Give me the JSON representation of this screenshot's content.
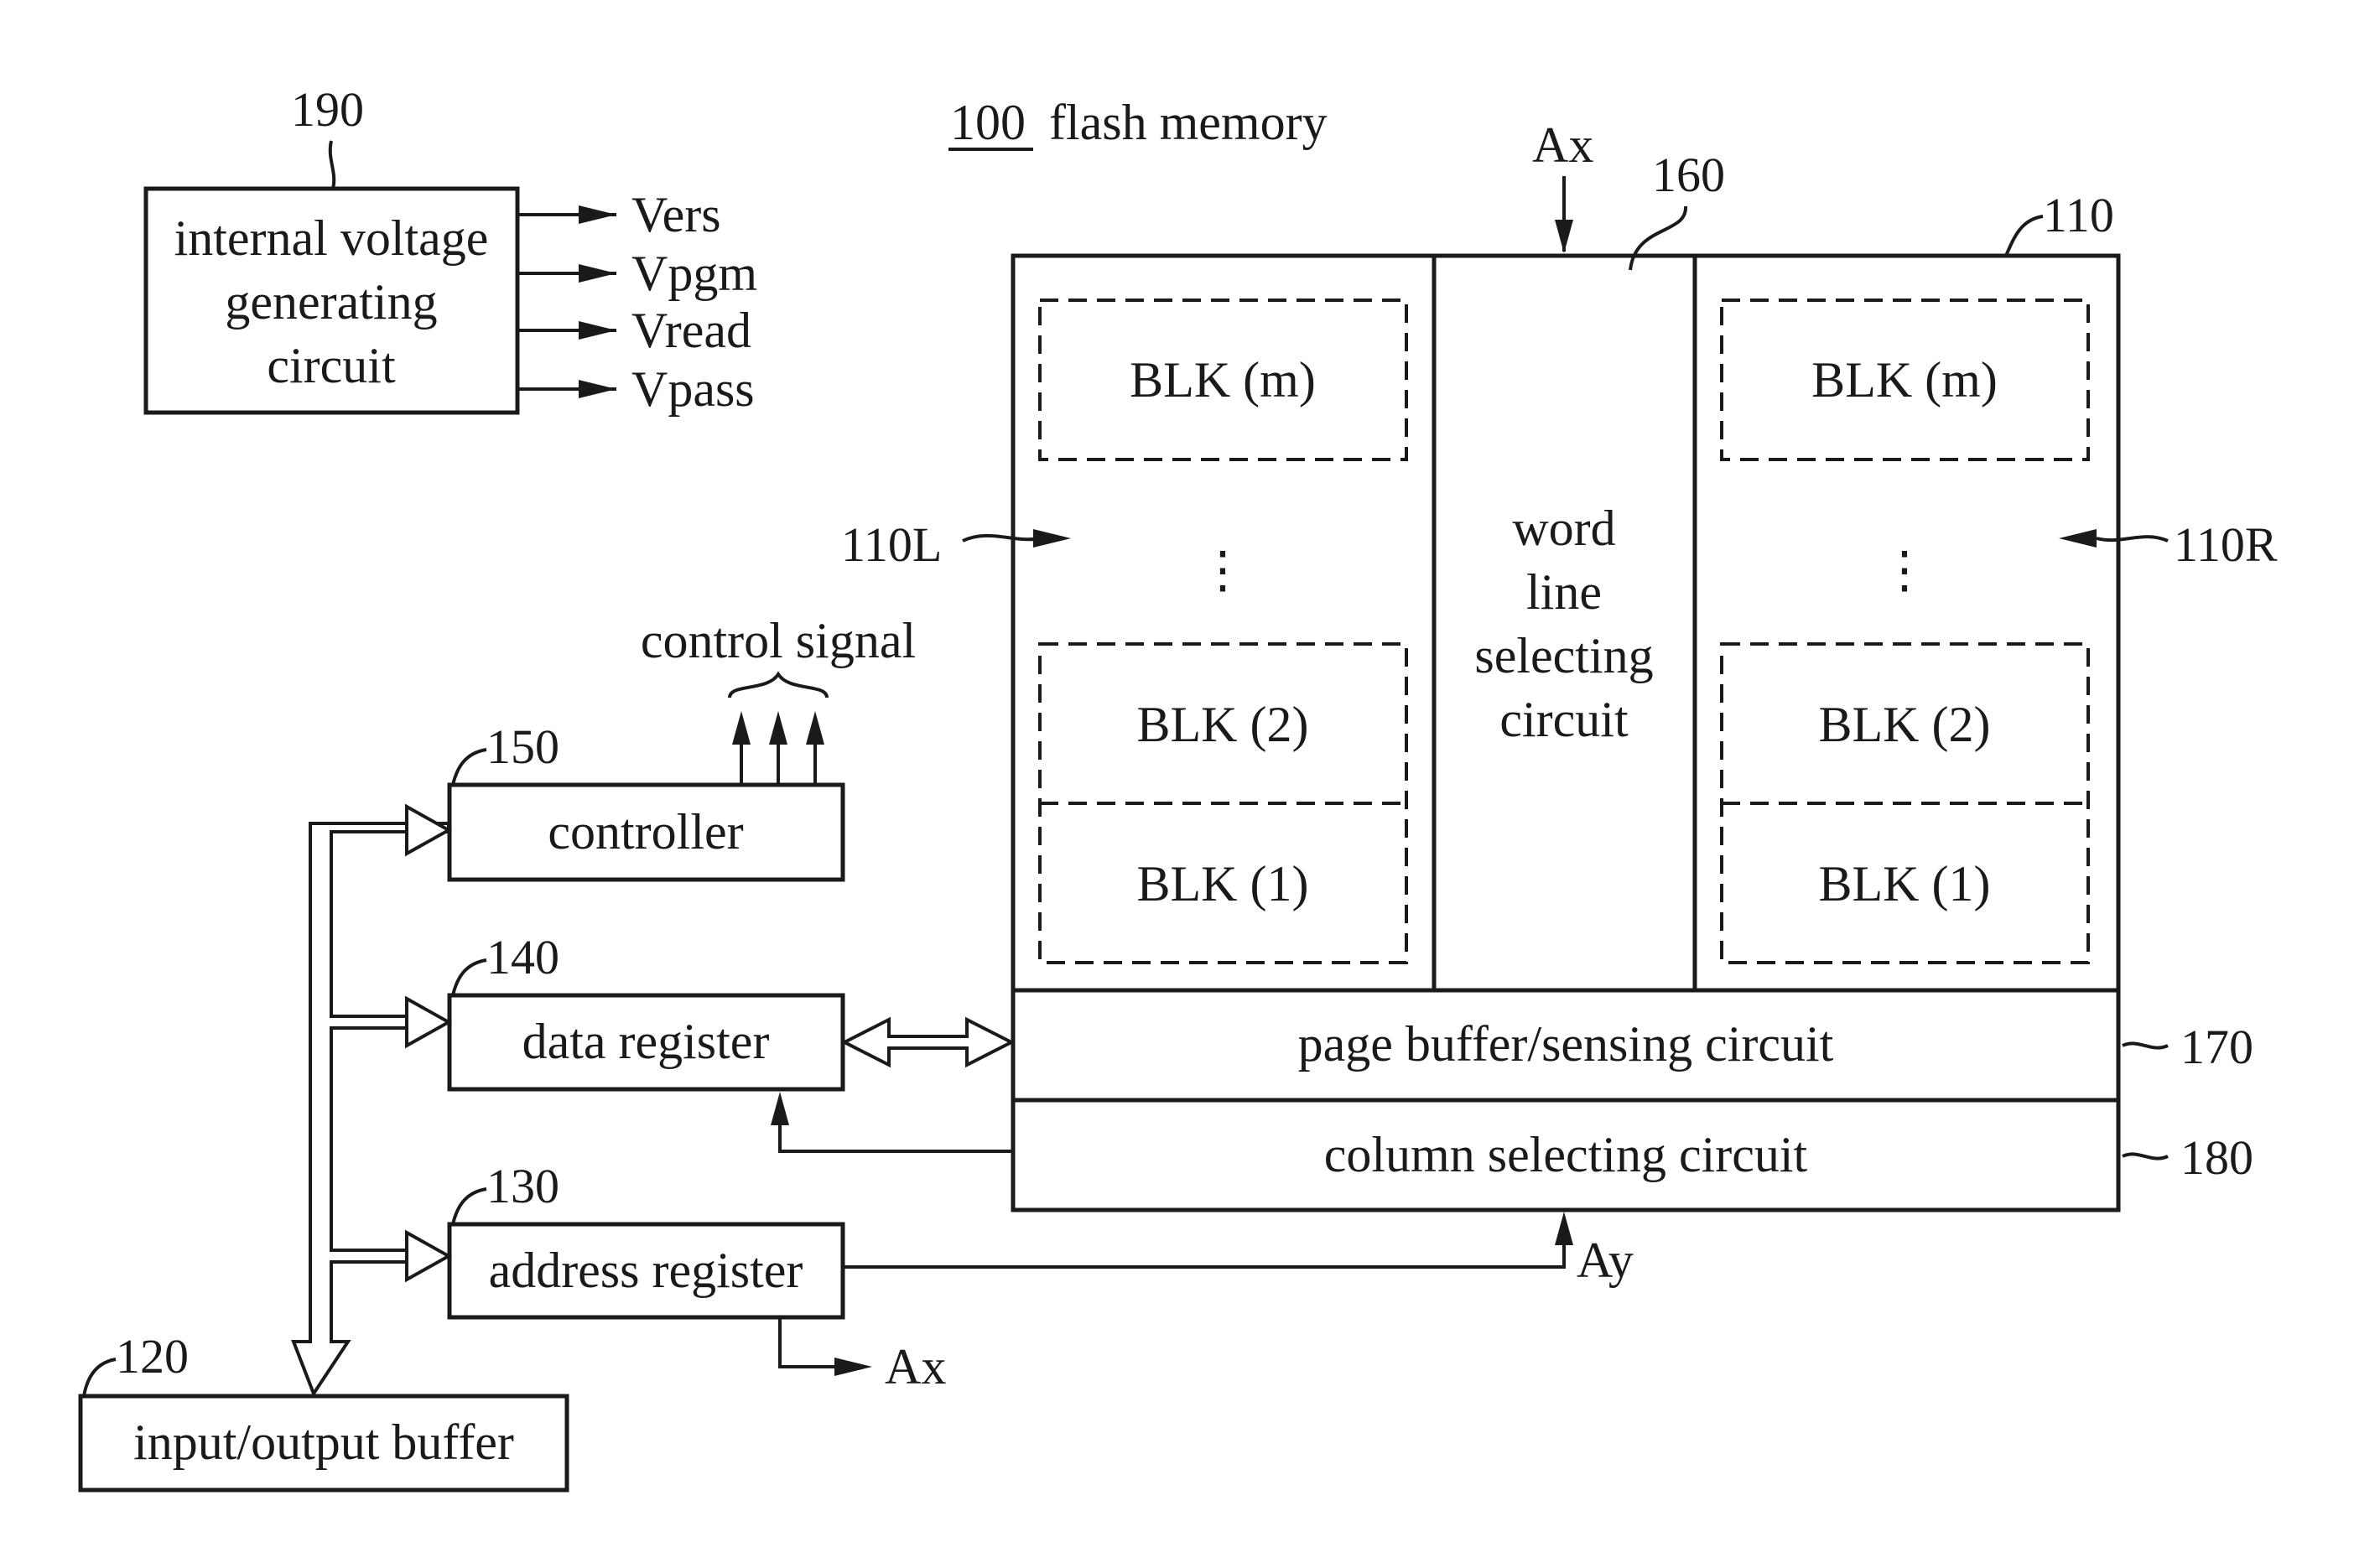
{
  "title": {
    "ref": "100",
    "text": "flash memory"
  },
  "voltage_circuit": {
    "ref": "190",
    "lines": [
      "internal voltage",
      "generating",
      "circuit"
    ],
    "outputs": [
      "Vers",
      "Vpgm",
      "Vread",
      "Vpass"
    ]
  },
  "memory_array": {
    "ref": "110",
    "left_ref": "110L",
    "right_ref": "110R",
    "left_blocks": [
      "BLK (m)",
      "BLK (2)",
      "BLK (1)"
    ],
    "right_blocks": [
      "BLK (m)",
      "BLK (2)",
      "BLK (1)"
    ],
    "ellipsis": "⋮"
  },
  "word_line": {
    "ref": "160",
    "lines": [
      "word",
      "line",
      "selecting",
      "circuit"
    ],
    "input": "Ax"
  },
  "page_buffer": {
    "ref": "170",
    "label": "page buffer/sensing circuit"
  },
  "column_select": {
    "ref": "180",
    "label": "column selecting circuit",
    "input": "Ay"
  },
  "control_signal": {
    "label": "control signal"
  },
  "controller": {
    "ref": "150",
    "label": "controller"
  },
  "data_register": {
    "ref": "140",
    "label": "data register"
  },
  "address_register": {
    "ref": "130",
    "label": "address register",
    "output": "Ax"
  },
  "io_buffer": {
    "ref": "120",
    "label": "input/output buffer"
  }
}
